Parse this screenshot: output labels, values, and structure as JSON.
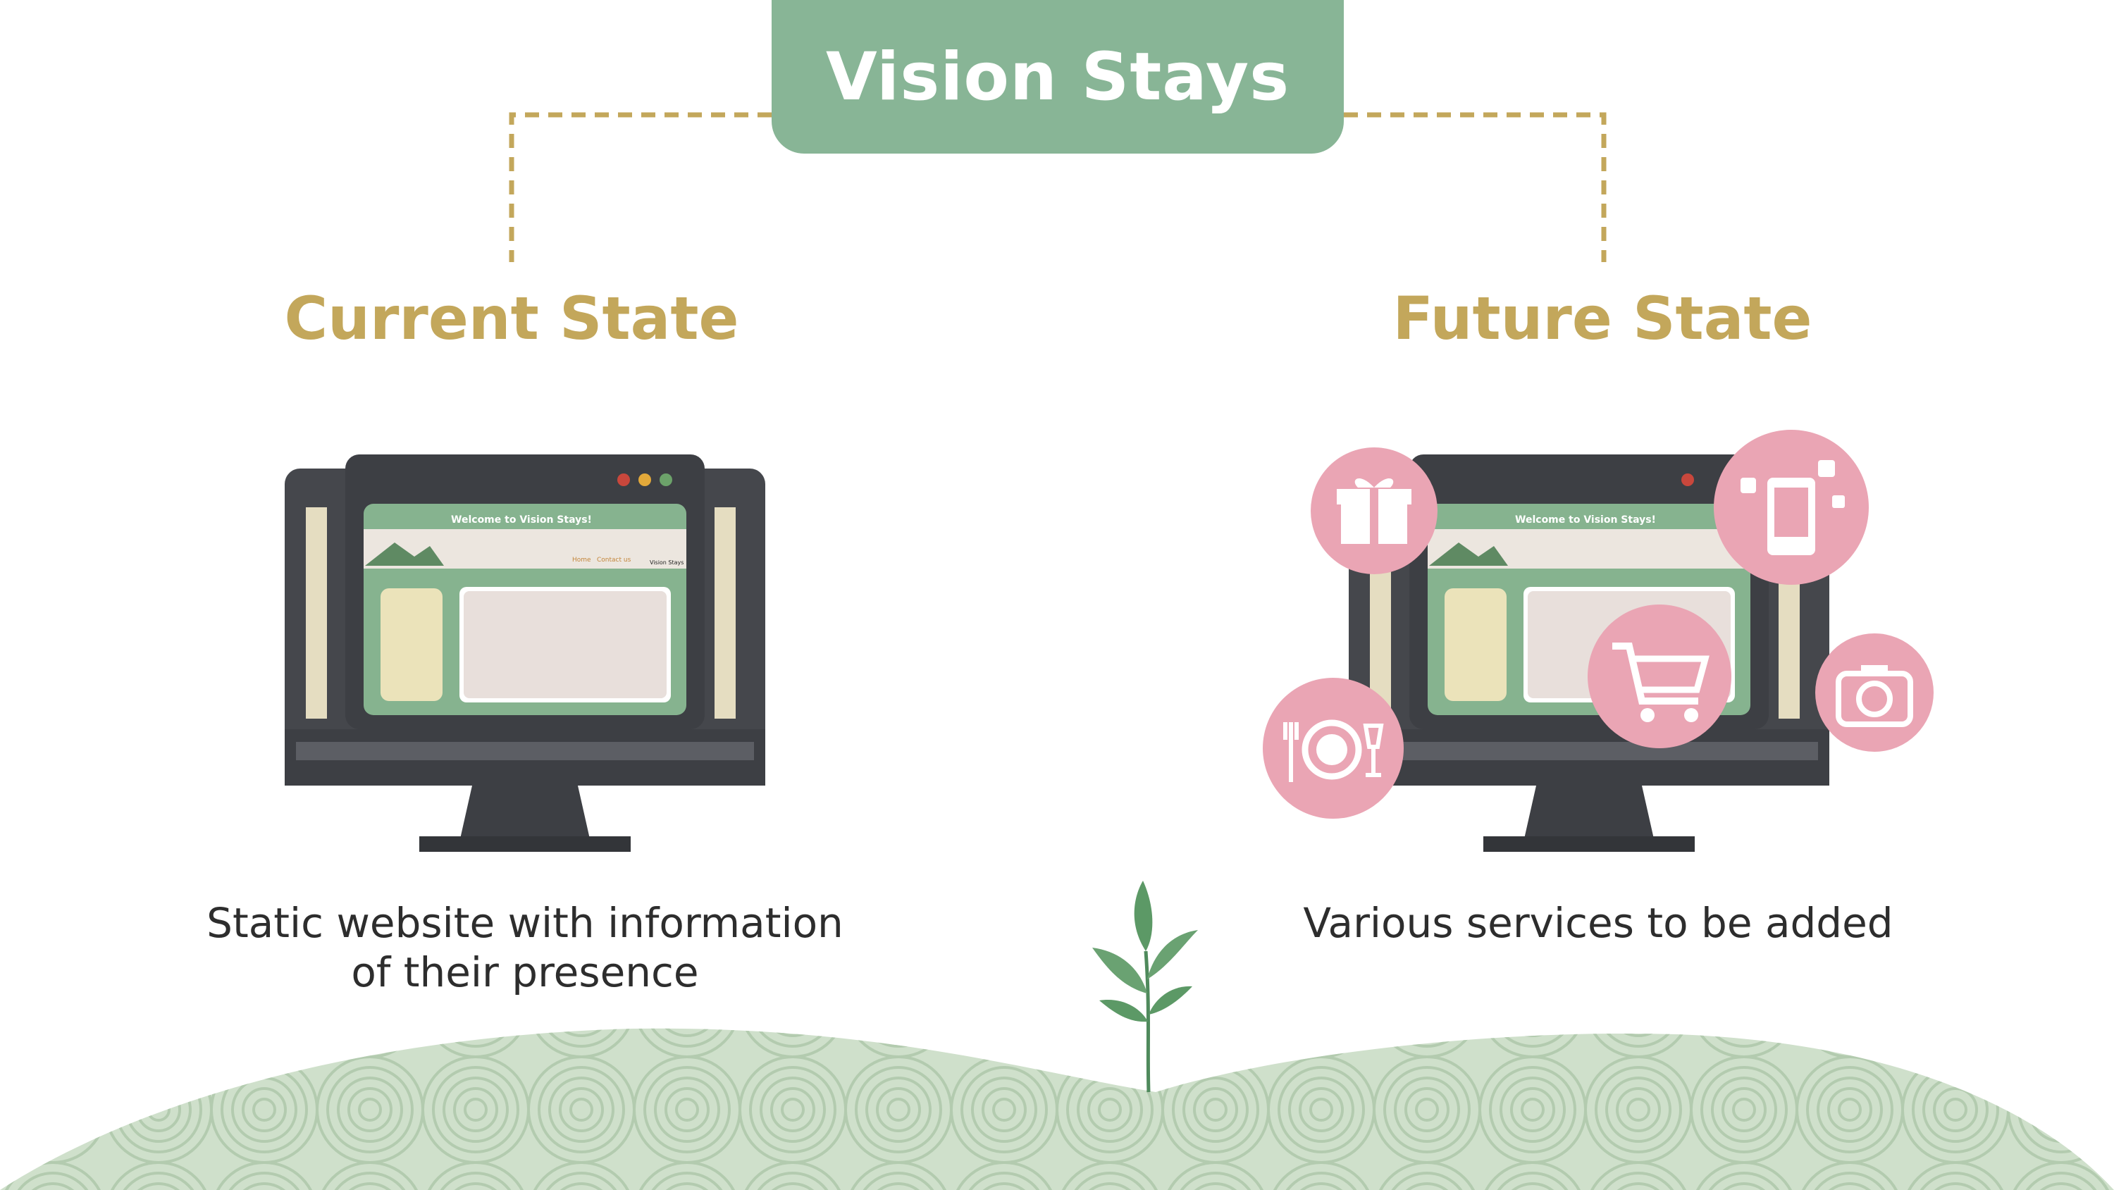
{
  "header": {
    "title": "Vision Stays"
  },
  "current_state": {
    "title": "Current State",
    "caption_line1": "Static website with information",
    "caption_line2": "of their presence"
  },
  "future_state": {
    "title": "Future State",
    "caption": "Various services to be added",
    "service_icons": [
      "gift-icon",
      "mobile-apps-icon",
      "shopping-cart-icon",
      "dining-icon",
      "camera-icon"
    ]
  },
  "monitor_screen": {
    "banner": "Welcome to Vision Stays!",
    "nav_home": "Home",
    "nav_contact": "Contact us",
    "brand": "Vision Stays"
  },
  "colors": {
    "sage_green": "#88b596",
    "gold": "#c3a75b",
    "monitor_dark": "#45474c",
    "service_pink": "#eaa5b4",
    "hill_green": "#c7d9c3"
  }
}
